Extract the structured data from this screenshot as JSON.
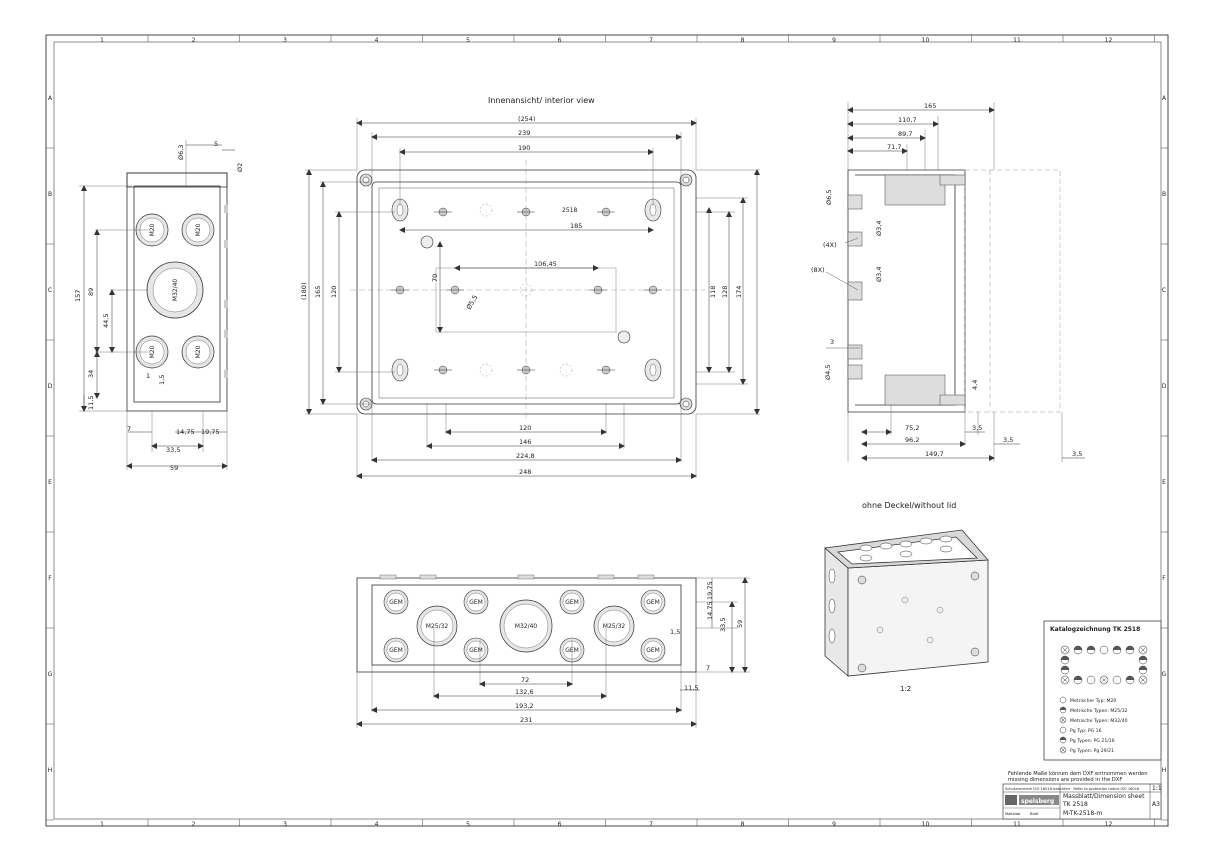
{
  "frame": {
    "columns": [
      "1",
      "2",
      "3",
      "4",
      "5",
      "6",
      "7",
      "8",
      "9",
      "10",
      "11",
      "12"
    ],
    "rows": [
      "A",
      "B",
      "C",
      "D",
      "E",
      "F",
      "G",
      "H"
    ]
  },
  "views": {
    "interior_title": "Innenansicht/ interior view",
    "nolid_title": "ohne Deckel/without lid",
    "iso_scale": "1:2"
  },
  "hole_labels": {
    "m20": "M20",
    "m32_40": "M32/40",
    "m25_32": "M25/32",
    "gem": "GEM",
    "tk": "2518"
  },
  "dims": {
    "left": {
      "d63": "Ø6,3",
      "d5": "5",
      "d2": "Ø2",
      "h157": "157",
      "h89": "89",
      "h445": "44,5",
      "h34": "34",
      "h115": "11,5",
      "w1": "1",
      "w15": "1,5",
      "w7": "7",
      "w1475": "14,75",
      "w1975": "19,75",
      "w335": "33,5",
      "w59": "59"
    },
    "center": {
      "w254": "(254)",
      "w239": "239",
      "w190": "190",
      "w185": "185",
      "w10645": "106,45",
      "h180": "(180)",
      "h165": "165",
      "h120": "120",
      "h70": "70",
      "d55": "Ø5,5",
      "h118": "118",
      "h128": "128",
      "h174": "174",
      "b120": "120",
      "b146": "146",
      "b2248": "224,8",
      "b248": "248"
    },
    "right": {
      "w165": "165",
      "w1107": "110,7",
      "w897": "89,7",
      "w717": "71,7",
      "d65": "Ø6,5",
      "x4": "(4X)",
      "x8": "(8X)",
      "d34a": "Ø3,4",
      "d34b": "Ø3,4",
      "v3": "3",
      "d45": "Ø4,5",
      "v44": "4,4",
      "b752": "75,2",
      "b35a": "3,5",
      "b962": "96,2",
      "b35b": "3,5",
      "b1497": "149,7",
      "b35c": "3,5"
    },
    "bottom": {
      "v1975": "19,75",
      "v1475": "14,75",
      "v335": "33,5",
      "v59": "59",
      "v15": "1,5",
      "v7": "7",
      "v115": "11,5",
      "b72": "72",
      "b1326": "132,6",
      "b1932": "193,2",
      "b231": "231"
    }
  },
  "catalog": {
    "title": "Katalogzeichnung TK 2518",
    "legend": [
      {
        "symbol": "empty",
        "text": "Metrischer Typ: M20"
      },
      {
        "symbol": "half",
        "text": "Metrische Typen: M25/32"
      },
      {
        "symbol": "cross",
        "text": "Metrische Typen: M32/40"
      },
      {
        "symbol": "empty",
        "text": "Pg Typ: PG 16"
      },
      {
        "symbol": "half",
        "text": "Pg Typen: PG 21/16"
      },
      {
        "symbol": "cross",
        "text": "Pg Typen: Pg 29/21"
      }
    ]
  },
  "titleblock": {
    "note_de": "Fehlende Maße können dem DXF entnommen werden",
    "note_en": "missing dimensions are provided in the DXF",
    "protection": "Schutzvermerk ISO 16016 beachten · Refer to protection notice ISO 16016",
    "scale": "1:1",
    "sheet_label": "Massblatt/Dimension sheet",
    "product": "TK 2518",
    "drawing_no": "M-TK-2518-m",
    "format": "A3",
    "brand": "spelsberg",
    "small_a": "Maßstab",
    "small_b": "Blatt"
  }
}
